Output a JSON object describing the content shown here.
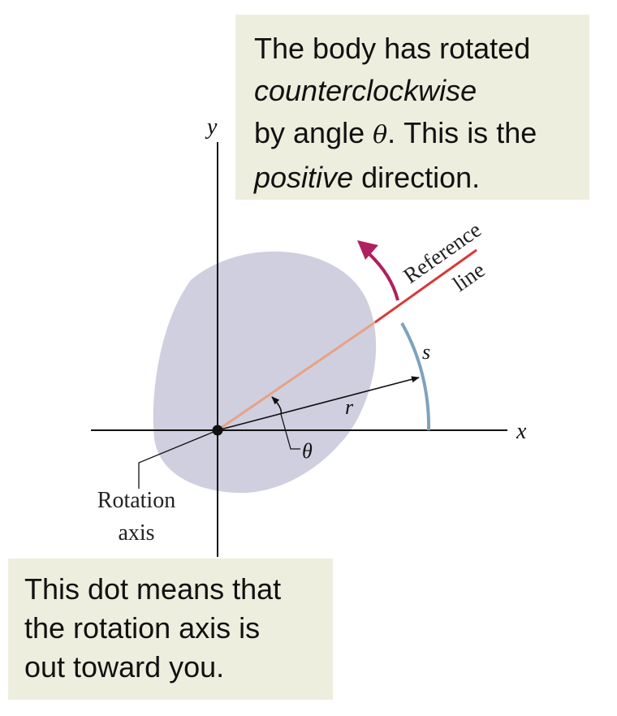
{
  "callout_top": {
    "line1": "The body has rotated",
    "line2_italic": "counterclockwise",
    "line3_prefix": "by angle ",
    "line3_symbol": "θ",
    "line3_suffix": ". This is the",
    "line4_italic": "positive",
    "line4_suffix": " direction."
  },
  "callout_bottom": {
    "line1": "This dot means that",
    "line2": "the rotation axis is",
    "line3": "out toward you."
  },
  "axes": {
    "x_label": "x",
    "y_label": "y"
  },
  "labels": {
    "reference_line": "Reference",
    "reference_line_2": "line",
    "arc_length": "s",
    "radius": "r",
    "angle": "θ",
    "rotation_axis_1": "Rotation",
    "rotation_axis_2": "axis"
  },
  "colors": {
    "body_fill": "#cfcfe0",
    "reference_line": "#d83a3a",
    "reference_line_inside": "#e8a283",
    "arc_s": "#7fa2bc",
    "rotation_arrow": "#b0205f",
    "callout_bg": "#eeeedf"
  }
}
